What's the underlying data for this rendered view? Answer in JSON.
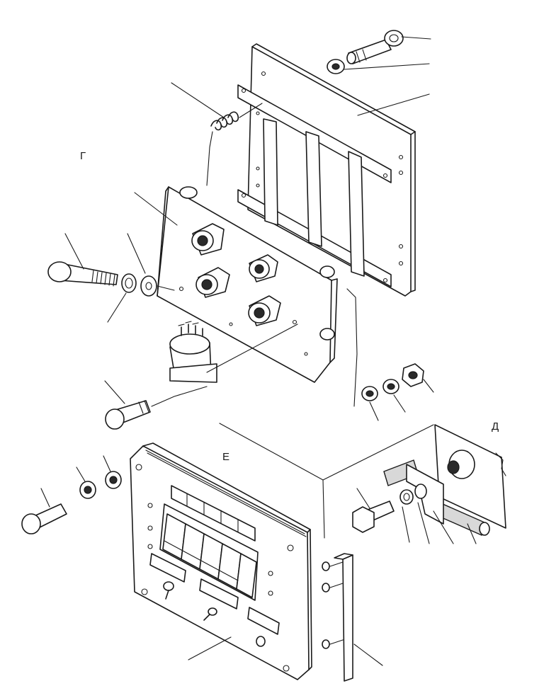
{
  "labels": {
    "view_g": "Г",
    "view_e": "Е",
    "view_d": "Д"
  },
  "colors": {
    "ink": "#1a1a1a",
    "paper": "#ffffff"
  }
}
